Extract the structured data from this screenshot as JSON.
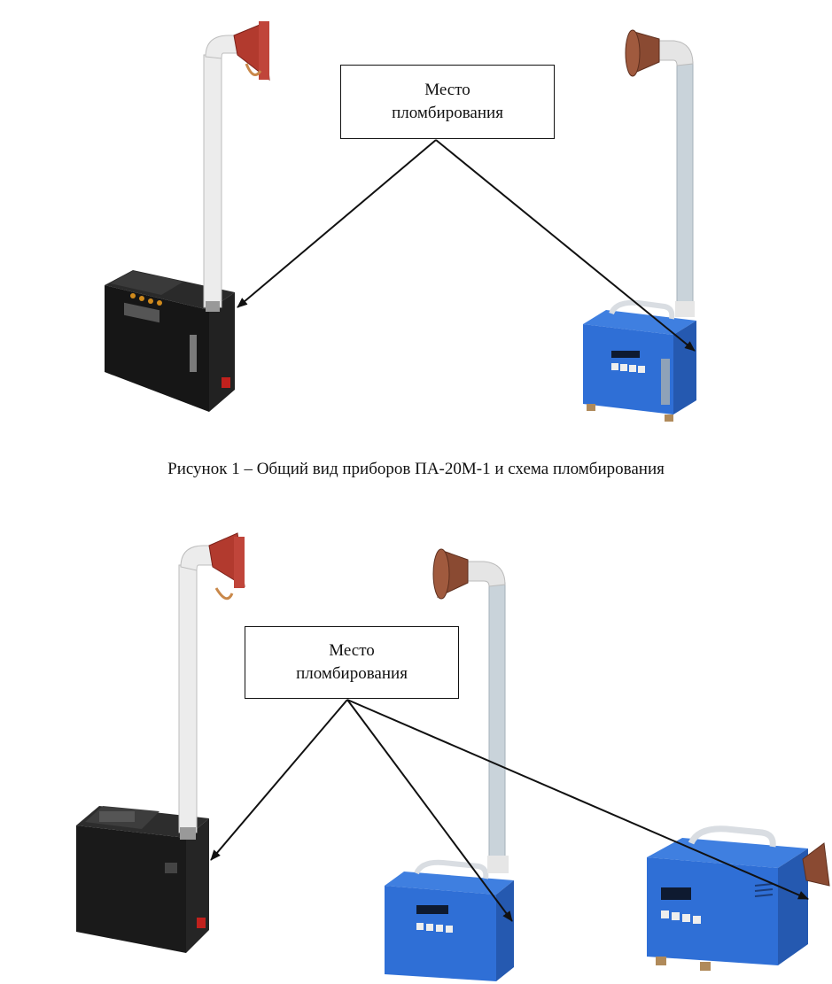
{
  "figure1": {
    "callout": {
      "line1": "Место",
      "line2": "пломбирования"
    },
    "caption": "Рисунок 1 – Общий вид приборов ПА-20М-1 и схема пломбирования"
  },
  "figure2": {
    "callout": {
      "line1": "Место",
      "line2": "пломбирования"
    }
  },
  "colors": {
    "black_unit": "#1c1c1c",
    "blue_unit": "#2f6fd6",
    "red_funnel": "#b23a2e",
    "brown_funnel": "#8a4a32",
    "pipe_white": "#e8e8e8",
    "pipe_gray": "#c9d3da"
  },
  "icons": [
    "arrow",
    "black-sampler-device",
    "blue-sampler-device",
    "funnel"
  ]
}
